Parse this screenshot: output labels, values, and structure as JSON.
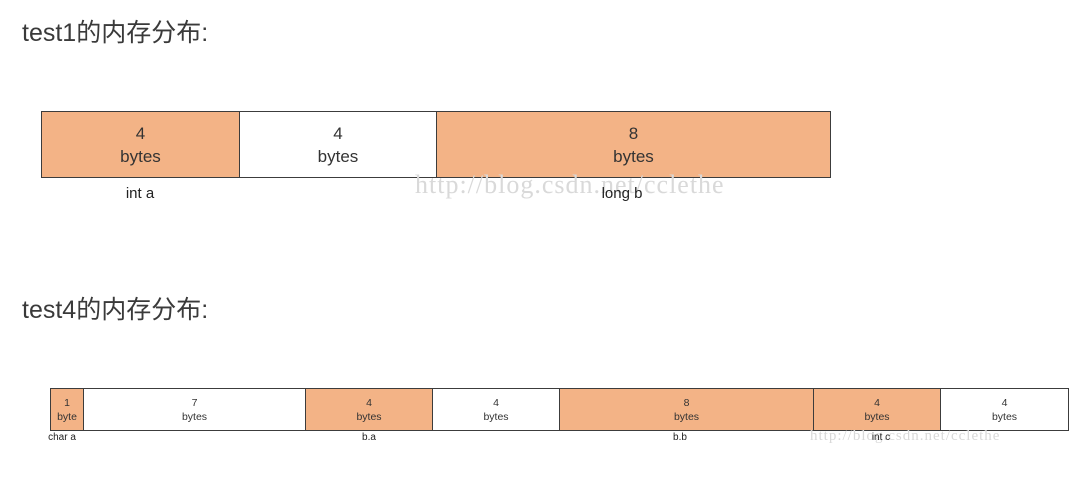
{
  "headings": {
    "test1": "test1的内存分布:",
    "test4": "test4的内存分布:"
  },
  "colors": {
    "filled": "#f3b386",
    "empty": "#ffffff",
    "border": "#3c3c3c"
  },
  "diagram1": {
    "cells": [
      {
        "num": "4",
        "unit": "bytes",
        "filled": true
      },
      {
        "num": "4",
        "unit": "bytes",
        "filled": false
      },
      {
        "num": "8",
        "unit": "bytes",
        "filled": true
      }
    ],
    "labels": [
      "int a",
      "long b"
    ]
  },
  "diagram2": {
    "cells": [
      {
        "num": "1",
        "unit": "byte",
        "filled": true
      },
      {
        "num": "7",
        "unit": "bytes",
        "filled": false
      },
      {
        "num": "4",
        "unit": "bytes",
        "filled": true
      },
      {
        "num": "4",
        "unit": "bytes",
        "filled": false
      },
      {
        "num": "8",
        "unit": "bytes",
        "filled": true
      },
      {
        "num": "4",
        "unit": "bytes",
        "filled": true
      },
      {
        "num": "4",
        "unit": "bytes",
        "filled": false
      }
    ],
    "labels": [
      "char a",
      "b.a",
      "b.b",
      "int c"
    ]
  },
  "watermark": "http://blog.csdn.net/cclethe"
}
